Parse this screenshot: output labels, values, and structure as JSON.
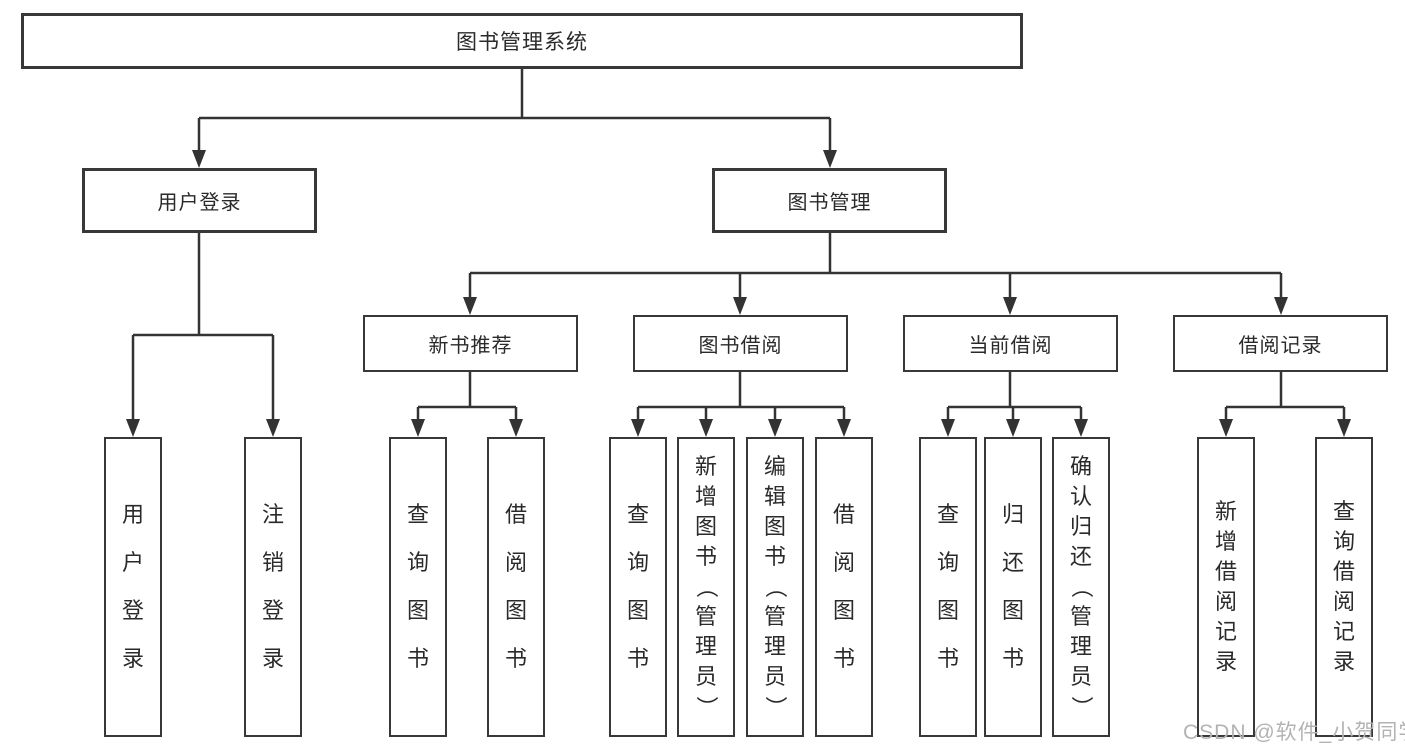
{
  "root": {
    "label": "图书管理系统"
  },
  "level2": [
    {
      "label": "用户登录",
      "children": [
        {
          "label": "用户登录"
        },
        {
          "label": "注销登录"
        }
      ]
    },
    {
      "label": "图书管理",
      "children": [
        {
          "label": "新书推荐",
          "children": [
            {
              "label": "查询图书"
            },
            {
              "label": "借阅图书"
            }
          ]
        },
        {
          "label": "图书借阅",
          "children": [
            {
              "label": "查询图书"
            },
            {
              "label": "新增图书（管理员）"
            },
            {
              "label": "编辑图书（管理员）"
            },
            {
              "label": "借阅图书"
            }
          ]
        },
        {
          "label": "当前借阅",
          "children": [
            {
              "label": "查询图书"
            },
            {
              "label": "归还图书"
            },
            {
              "label": "确认归还（管理员）"
            }
          ]
        },
        {
          "label": "借阅记录",
          "children": [
            {
              "label": "新增借阅记录"
            },
            {
              "label": "查询借阅记录"
            }
          ]
        }
      ]
    }
  ],
  "watermark": {
    "text": "CSDN @软件_小贺同学"
  },
  "colors": {
    "line": "#333333",
    "box_border": "#383838",
    "text": "#2a2a2a",
    "watermark": "#b3b3b3"
  }
}
